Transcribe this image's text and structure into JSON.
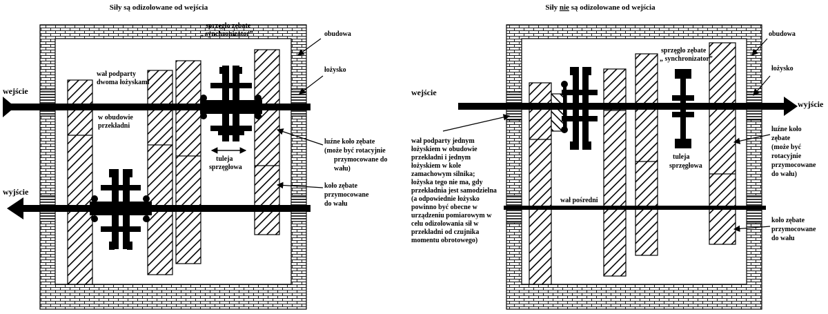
{
  "left": {
    "title": "Siły są odizolowane od wejścia",
    "labels": {
      "housing": "obudowa",
      "coupling": [
        "sprzęgło zębate",
        "„ synchronizator”"
      ],
      "bearing": "łożysko",
      "input": "wejście",
      "output": "wyjście",
      "shaft": [
        "wał podparty",
        "dwoma łożyskami"
      ],
      "in_housing": [
        "w obudowie",
        "przekładni"
      ],
      "loose_gear": [
        "luźne koło zębate",
        "(może być rotacyjnie",
        "przymocowane do",
        "wału)"
      ],
      "sleeve": [
        "tuleja",
        "sprzęgłowa"
      ],
      "fixed_gear": [
        "koło zębate",
        "przymocowane",
        "do wału"
      ]
    }
  },
  "right": {
    "title_parts": [
      "Siły ",
      "nie",
      " są odizolowane od wejścia"
    ],
    "labels": {
      "housing": "obudowa",
      "coupling": [
        "sprzęgło zębate",
        "„ synchronizator”"
      ],
      "bearing": "łożysko",
      "input": "wejście",
      "output": "wyjście",
      "shaft_note": [
        "wał podparty jednym",
        "łożyskiem w obudowie",
        "przekładni i jednym",
        "łożyskiem w kole",
        "zamachowym silnika;",
        "łożyska tego nie ma, gdy",
        "przekładnia jest samodzielna",
        "(a odpowiednie łożysko",
        "powinno być obecne w",
        "urządzeniu pomiarowym w",
        "celu odizolowania sił w",
        "przekładni od czujnika",
        "momentu obrotowego)"
      ],
      "sleeve": [
        "tuleja",
        "sprzęgłowa"
      ],
      "counter_shaft": "wał pośredni",
      "loose_gear": [
        "luźne koło",
        "zębate",
        "(może być",
        "rotacyjnie",
        "przymocowane",
        "do wału)"
      ],
      "fixed_gear": [
        "koło zębate",
        "przymocowane",
        "do wału"
      ]
    }
  }
}
